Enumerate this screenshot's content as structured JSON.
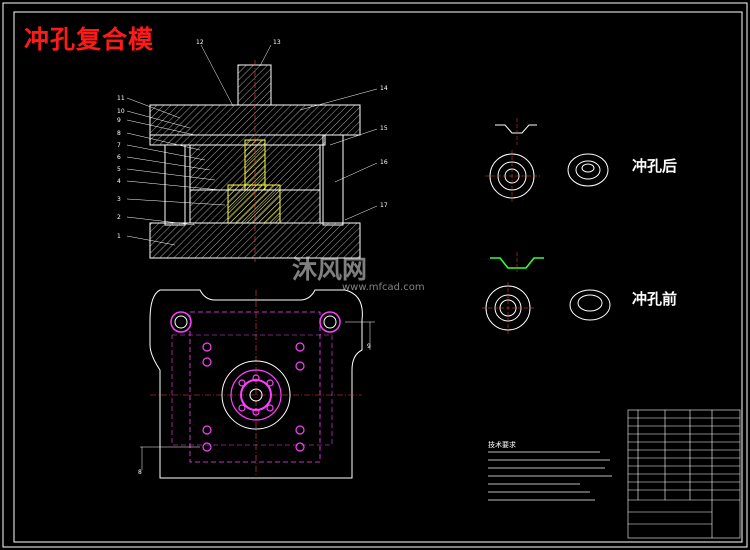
{
  "title": "冲孔复合模",
  "labels": {
    "after": "冲孔后",
    "before": "冲孔前"
  },
  "watermark": {
    "brand": "沐风网",
    "url": "www.mfcad.com"
  },
  "section_caption": "",
  "notes_title": "技术要求",
  "part_numbers": [
    "1",
    "2",
    "3",
    "4",
    "5",
    "6",
    "7",
    "8",
    "9",
    "10",
    "11",
    "12",
    "13",
    "14",
    "15",
    "16",
    "17"
  ],
  "dims": {
    "right": "9",
    "left": "8"
  },
  "colors": {
    "frame": "#ffffff",
    "title": "#ff1a1a",
    "hatch_yellow": "#ffff40",
    "magenta": "#ff40ff",
    "green": "#33ff33",
    "cyan": "#00ffff"
  }
}
